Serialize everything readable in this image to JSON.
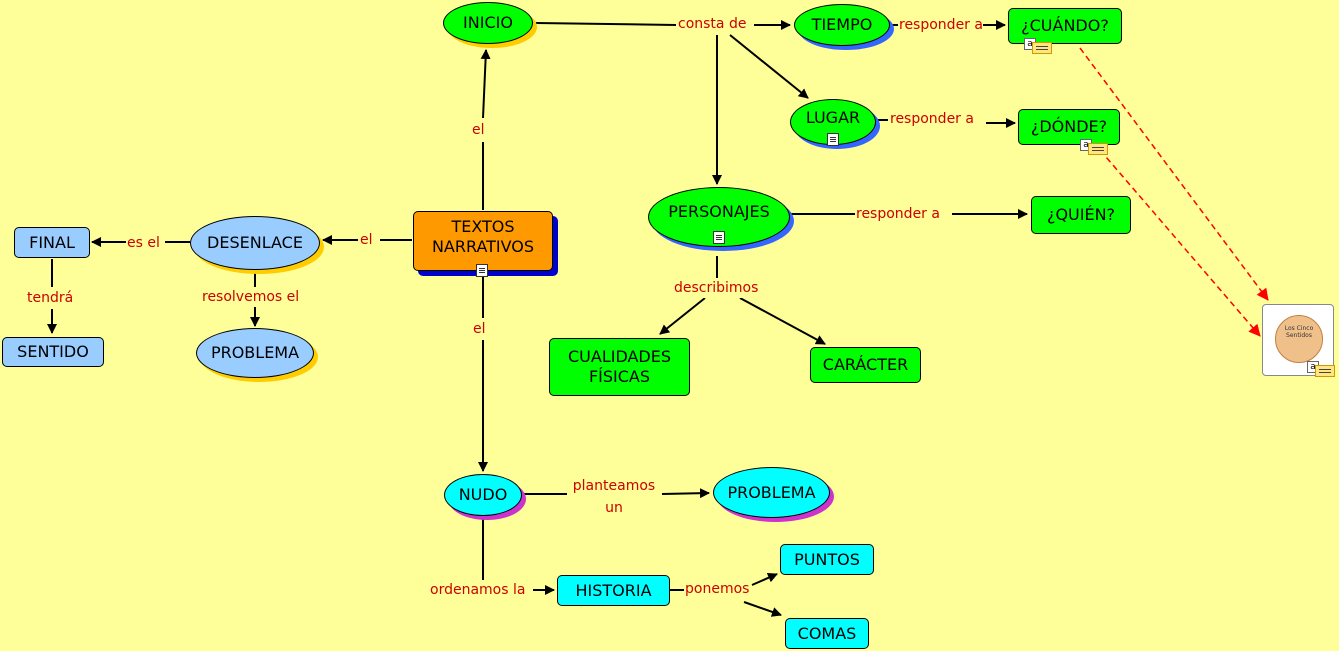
{
  "colors": {
    "background": "#ffff99",
    "link_text": "#cc0000",
    "green_node": "#00ff00",
    "blue_node": "#99ccff",
    "cyan_node": "#00ffff",
    "orange_node": "#ff9900",
    "dashed_link": "#ff0000"
  },
  "nodes": {
    "textos_narrativos": "TEXTOS NARRATIVOS",
    "inicio": "INICIO",
    "tiempo": "TIEMPO",
    "cuando": "¿CUÁNDO?",
    "lugar": "LUGAR",
    "donde": "¿DÓNDE?",
    "personajes": "PERSONAJES",
    "quien": "¿QUIÉN?",
    "cualidades_fisicas": "CUALIDADES FÍSICAS",
    "caracter": "CARÁCTER",
    "desenlace": "DESENLACE",
    "final": "FINAL",
    "sentido": "SENTIDO",
    "problema_desenlace": "PROBLEMA",
    "nudo": "NUDO",
    "problema_nudo": "PROBLEMA",
    "historia": "HISTORIA",
    "puntos": "PUNTOS",
    "comas": "COMAS"
  },
  "links": {
    "el_inicio": "el",
    "el_desenlace": "el",
    "el_nudo": "el",
    "consta_de": "consta de",
    "responder_a_tiempo": "responder a",
    "responder_a_lugar": "responder a",
    "responder_a_personajes": "responder a",
    "describimos": "describimos",
    "es_el": "es el",
    "tendra": "tendrá",
    "resolvemos_el": "resolvemos el",
    "planteamos_un": "planteamos un",
    "ordenamos_la": "ordenamos la",
    "ponemos": "ponemos"
  },
  "resource": {
    "label": "Los Cinco Sentidos",
    "note_letter": "a"
  },
  "icons": {
    "document": "document-icon",
    "note": "note-icon",
    "resource": "senses-image-icon"
  }
}
